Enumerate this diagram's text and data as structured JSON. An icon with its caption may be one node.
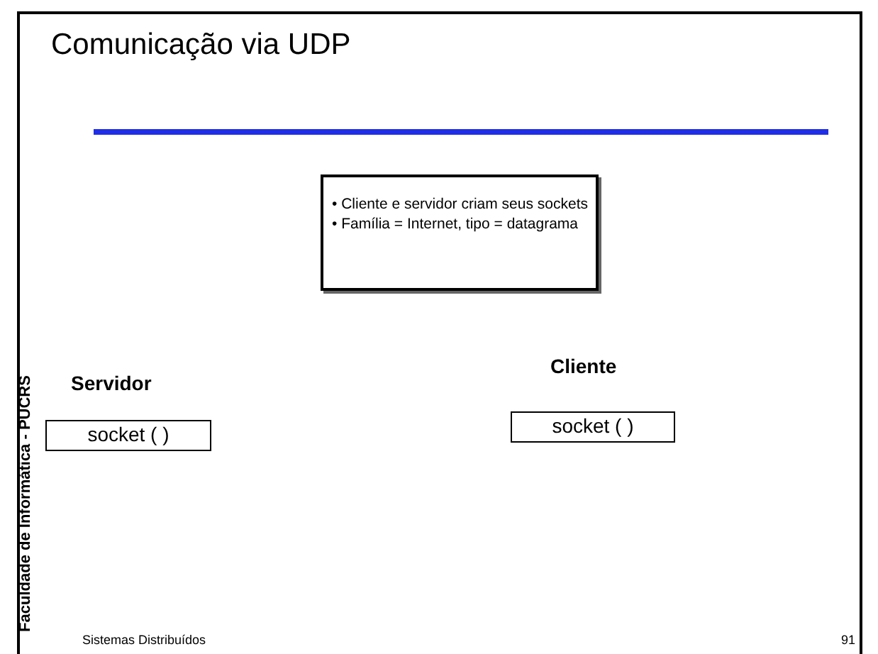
{
  "diagram": {
    "title": "Comunicação via UDP",
    "nodes": [
      {
        "text": [
          "• Cliente e servidor criam seus sockets",
          "• Família = Internet, tipo = datagrama"
        ]
      },
      {
        "text": [
          "socket ( )"
        ]
      },
      {
        "text": [
          "socket ( )"
        ]
      }
    ],
    "edges": [],
    "labels": [
      "Servidor",
      "Cliente",
      "Faculdade de Informática - PUCRS",
      "Sistemas Distribuídos",
      "91"
    ]
  }
}
